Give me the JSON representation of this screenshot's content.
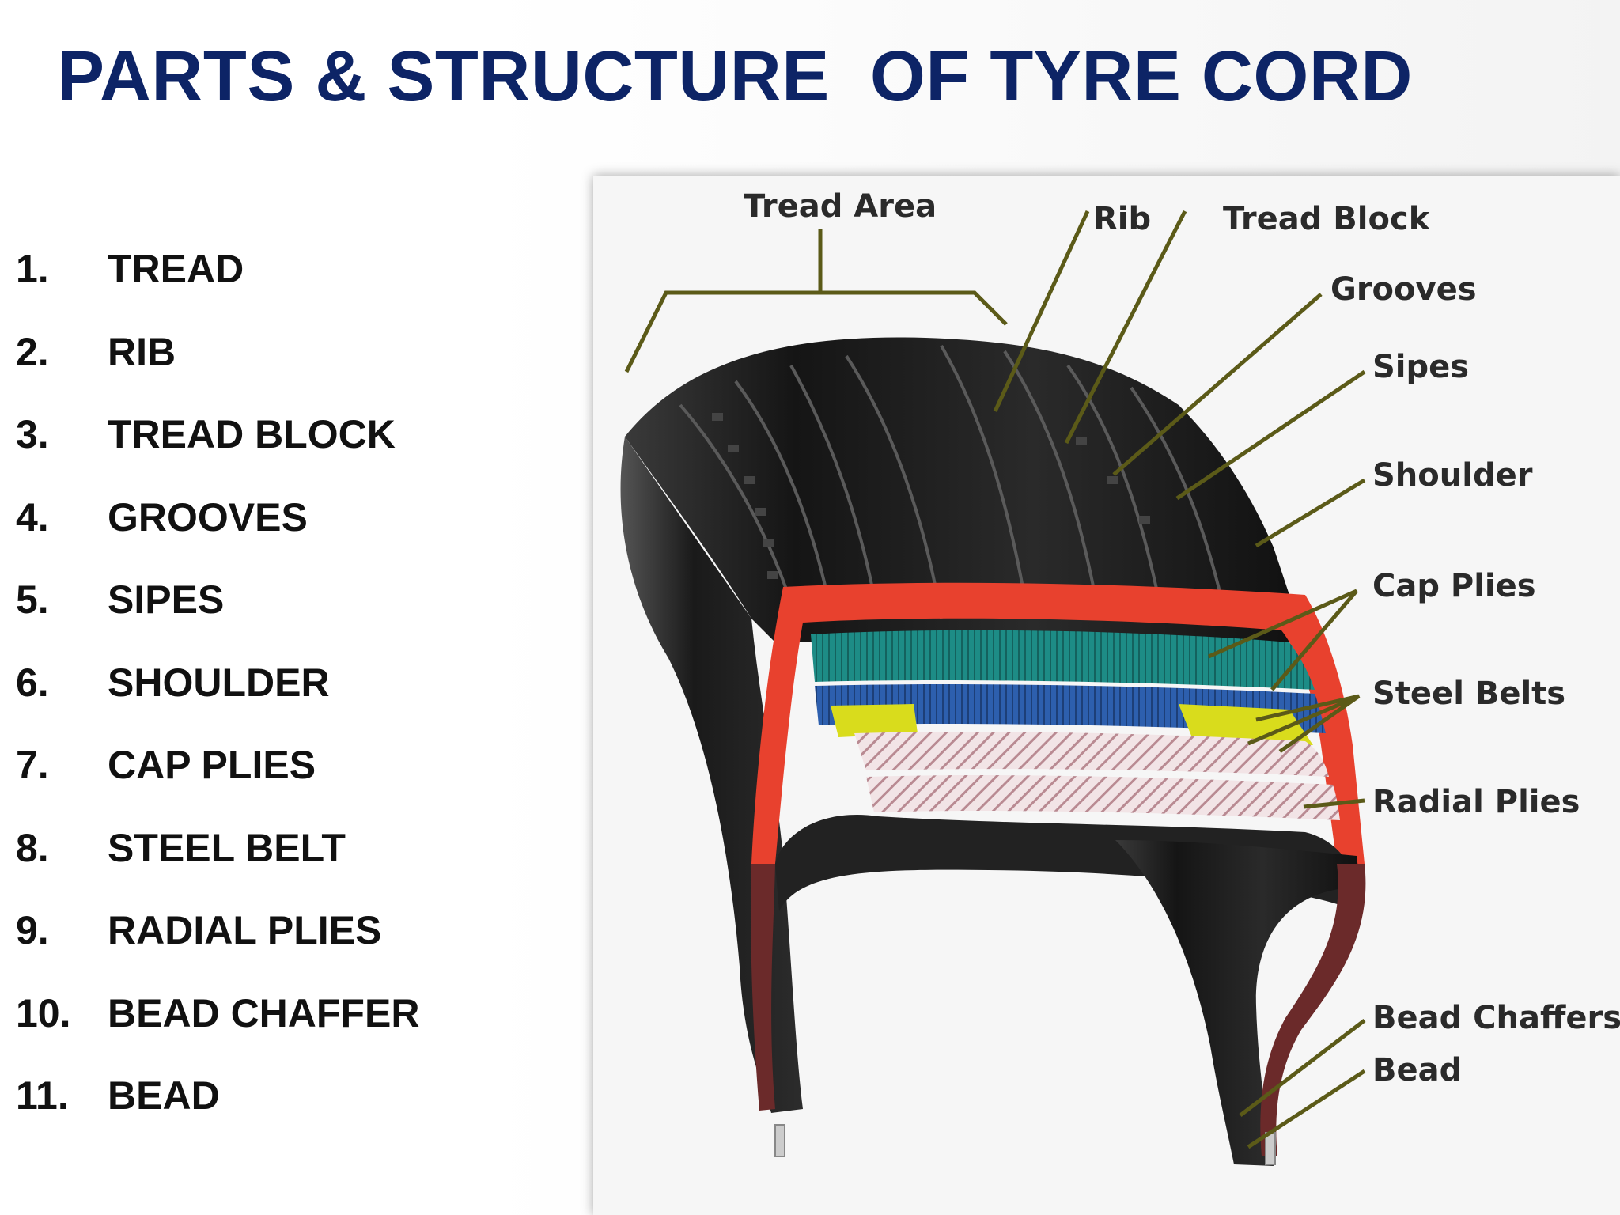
{
  "title": "PARTS & STRUCTURE  OF TYRE CORD",
  "parts": [
    {
      "num": "1.",
      "name": "TREAD"
    },
    {
      "num": "2.",
      "name": "RIB"
    },
    {
      "num": "3.",
      "name": "TREAD BLOCK"
    },
    {
      "num": "4.",
      "name": "GROOVES"
    },
    {
      "num": "5.",
      "name": "SIPES"
    },
    {
      "num": "6.",
      "name": "SHOULDER"
    },
    {
      "num": "7.",
      "name": "CAP PLIES"
    },
    {
      "num": "8.",
      "name": "STEEL BELT"
    },
    {
      "num": "9.",
      "name": "RADIAL PLIES"
    },
    {
      "num": "10.",
      "name": "BEAD CHAFFER"
    },
    {
      "num": "11.",
      "name": "BEAD"
    }
  ],
  "diagram": {
    "labels": {
      "tread_area": "Tread Area",
      "rib": "Rib",
      "tread_block": "Tread Block",
      "grooves": "Grooves",
      "sipes": "Sipes",
      "shoulder": "Shoulder",
      "cap_plies": "Cap Plies",
      "steel_belts": "Steel Belts",
      "radial_plies": "Radial Plies",
      "bead_chaffers": "Bead Chaffers",
      "bead": "Bead"
    },
    "colors": {
      "rubber": "#1c1c1c",
      "cap_ply_outer": "#e8412e",
      "cap_ply_teal": "#1d8c86",
      "steel_belt_blue": "#2d5fae",
      "steel_belt_yellow": "#d9dc1c",
      "radial_ply_hatch": "#c9a0a8",
      "leader_lines": "#5b5a18",
      "title": "#0d2466"
    }
  }
}
